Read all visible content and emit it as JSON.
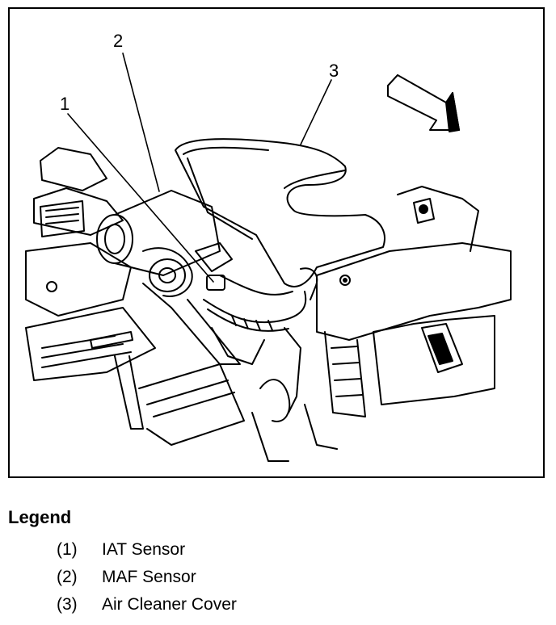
{
  "diagram": {
    "callouts": [
      {
        "label": "1"
      },
      {
        "label": "2"
      },
      {
        "label": "3"
      }
    ]
  },
  "legend": {
    "title": "Legend",
    "items": [
      {
        "number": "(1)",
        "text": "IAT Sensor"
      },
      {
        "number": "(2)",
        "text": "MAF Sensor"
      },
      {
        "number": "(3)",
        "text": "Air Cleaner Cover"
      }
    ]
  }
}
